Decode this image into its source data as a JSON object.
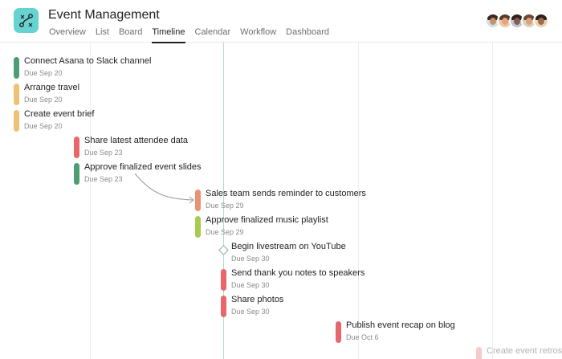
{
  "project": {
    "title": "Event Management",
    "icon": "timeline-branch-icon",
    "icon_color": "#67d3d0"
  },
  "tabs": [
    {
      "label": "Overview",
      "active": false
    },
    {
      "label": "List",
      "active": false
    },
    {
      "label": "Board",
      "active": false
    },
    {
      "label": "Timeline",
      "active": true
    },
    {
      "label": "Calendar",
      "active": false
    },
    {
      "label": "Workflow",
      "active": false
    },
    {
      "label": "Dashboard",
      "active": false
    }
  ],
  "members": [
    {
      "name": "member-1"
    },
    {
      "name": "member-2"
    },
    {
      "name": "member-3"
    },
    {
      "name": "member-4"
    },
    {
      "name": "member-5"
    }
  ],
  "colors": {
    "green": "#4e9e74",
    "yellow": "#f0c174",
    "red": "#e8676b",
    "orange": "#ec9272",
    "lime": "#a6cb4f",
    "today": "#b5dcc5"
  },
  "tasks": [
    {
      "name": "Connect Asana to Slack channel",
      "due": "Due Sep 20",
      "color": "green"
    },
    {
      "name": "Arrange travel",
      "due": "Due Sep 20",
      "color": "yellow"
    },
    {
      "name": "Create event brief",
      "due": "Due Sep 20",
      "color": "yellow"
    },
    {
      "name": "Share latest attendee data",
      "due": "Due Sep 23",
      "color": "red"
    },
    {
      "name": "Approve finalized event slides",
      "due": "Due Sep 23",
      "color": "green"
    },
    {
      "name": "Sales team sends reminder to customers",
      "due": "Due Sep 29",
      "color": "orange"
    },
    {
      "name": "Approve finalized music playlist",
      "due": "Due Sep 29",
      "color": "lime"
    },
    {
      "name": "Begin livestream on YouTube",
      "due": "Due Sep 30",
      "color": "milestone"
    },
    {
      "name": "Send thank you notes to speakers",
      "due": "Due Sep 30",
      "color": "red"
    },
    {
      "name": "Share photos",
      "due": "Due Sep 30",
      "color": "red"
    },
    {
      "name": "Publish event recap on blog",
      "due": "Due Oct 6",
      "color": "red"
    },
    {
      "name": "Create event retros",
      "due": "",
      "color": "red"
    }
  ]
}
